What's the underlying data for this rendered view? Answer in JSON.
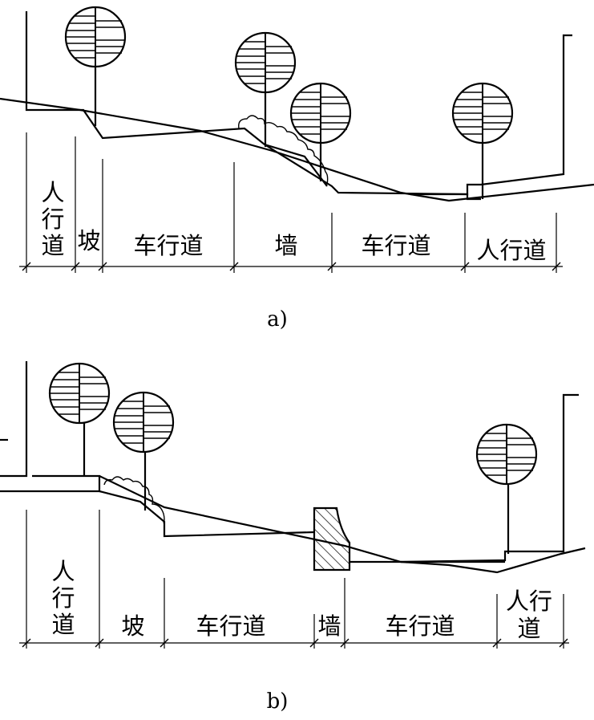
{
  "figure_a": {
    "caption": "a)",
    "segments": {
      "sidewalk_left": [
        "人",
        "行",
        "道"
      ],
      "slope": "坡",
      "carriageway_upper": "车行道",
      "wall": "墙",
      "carriageway_lower": "车行道",
      "sidewalk_right": "人行道"
    }
  },
  "figure_b": {
    "caption": "b)",
    "segments": {
      "sidewalk_left": [
        "人",
        "行",
        "道"
      ],
      "slope": "坡",
      "carriageway_upper": "车行道",
      "wall": "墙",
      "carriageway_lower": "车行道",
      "sidewalk_right": [
        "人行",
        "道"
      ]
    }
  }
}
